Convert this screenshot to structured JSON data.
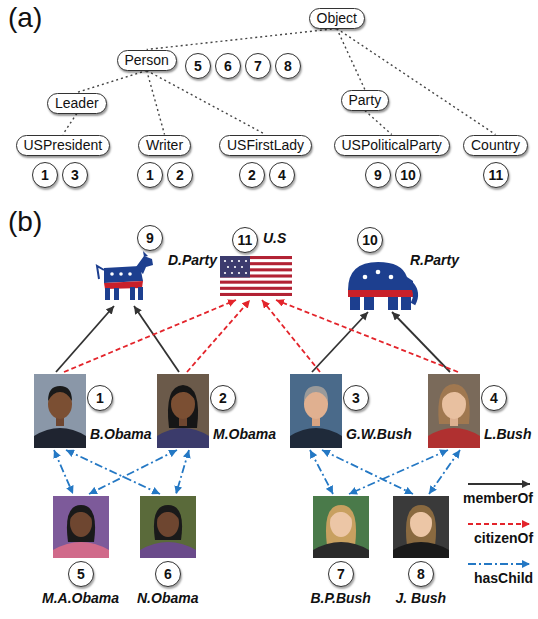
{
  "diagram": {
    "nodes": [
      {
        "text": [
          "Object"
        ]
      },
      {
        "text": [
          "Person"
        ]
      },
      {
        "text": [
          "Leader"
        ]
      },
      {
        "text": [
          "USPresident"
        ]
      },
      {
        "text": [
          "Writer"
        ]
      },
      {
        "text": [
          "USFirstLady"
        ]
      },
      {
        "text": [
          "Party"
        ]
      },
      {
        "text": [
          "USPoliticalParty"
        ]
      },
      {
        "text": [
          "Country"
        ]
      },
      {
        "text": [
          "5"
        ]
      },
      {
        "text": [
          "6"
        ]
      },
      {
        "text": [
          "7"
        ]
      },
      {
        "text": [
          "8"
        ]
      },
      {
        "text": [
          "1"
        ]
      },
      {
        "text": [
          "3"
        ]
      },
      {
        "text": [
          "1"
        ]
      },
      {
        "text": [
          "2"
        ]
      },
      {
        "text": [
          "2"
        ]
      },
      {
        "text": [
          "4"
        ]
      },
      {
        "text": [
          "9"
        ]
      },
      {
        "text": [
          "10"
        ]
      },
      {
        "text": [
          "11"
        ]
      },
      {
        "text": [
          "9",
          "D.Party"
        ]
      },
      {
        "text": [
          "11",
          "U.S"
        ]
      },
      {
        "text": [
          "10",
          "R.Party"
        ]
      },
      {
        "text": [
          "1",
          "B.Obama"
        ]
      },
      {
        "text": [
          "2",
          "M.Obama"
        ]
      },
      {
        "text": [
          "3",
          "G.W.Bush"
        ]
      },
      {
        "text": [
          "4",
          "L.Bush"
        ]
      },
      {
        "text": [
          "5",
          "M.A.Obama"
        ]
      },
      {
        "text": [
          "6",
          "N.Obama"
        ]
      },
      {
        "text": [
          "7",
          "B.P.Bush"
        ]
      },
      {
        "text": [
          "8",
          "J. Bush"
        ]
      }
    ],
    "edges": [
      {
        "from": 0,
        "to": 1,
        "arrow": "none"
      },
      {
        "from": 0,
        "to": 6,
        "arrow": "none"
      },
      {
        "from": 0,
        "to": 8,
        "arrow": "none"
      },
      {
        "from": 1,
        "to": 2,
        "arrow": "none"
      },
      {
        "from": 1,
        "to": 4,
        "arrow": "none"
      },
      {
        "from": 1,
        "to": 5,
        "arrow": "none"
      },
      {
        "from": 2,
        "to": 3,
        "arrow": "none"
      },
      {
        "from": 6,
        "to": 7,
        "arrow": "none"
      },
      {
        "from": 25,
        "to": 22,
        "arrow": "to"
      },
      {
        "from": 26,
        "to": 22,
        "arrow": "to"
      },
      {
        "from": 27,
        "to": 24,
        "arrow": "to"
      },
      {
        "from": 28,
        "to": 24,
        "arrow": "to"
      },
      {
        "from": 25,
        "to": 23,
        "arrow": "to"
      },
      {
        "from": 26,
        "to": 23,
        "arrow": "to"
      },
      {
        "from": 27,
        "to": 23,
        "arrow": "to"
      },
      {
        "from": 28,
        "to": 23,
        "arrow": "to"
      },
      {
        "from": 25,
        "to": 29,
        "arrow": "both"
      },
      {
        "from": 25,
        "to": 30,
        "arrow": "both"
      },
      {
        "from": 26,
        "to": 29,
        "arrow": "both"
      },
      {
        "from": 26,
        "to": 30,
        "arrow": "both"
      },
      {
        "from": 27,
        "to": 31,
        "arrow": "both"
      },
      {
        "from": 27,
        "to": 32,
        "arrow": "both"
      },
      {
        "from": 28,
        "to": 31,
        "arrow": "both"
      },
      {
        "from": 28,
        "to": 32,
        "arrow": "both"
      }
    ],
    "labels": [
      "(a)",
      "(b)"
    ],
    "legend": [
      {
        "text": "memberOf"
      },
      {
        "text": "citizenOf"
      },
      {
        "text": "hasChild"
      }
    ]
  }
}
